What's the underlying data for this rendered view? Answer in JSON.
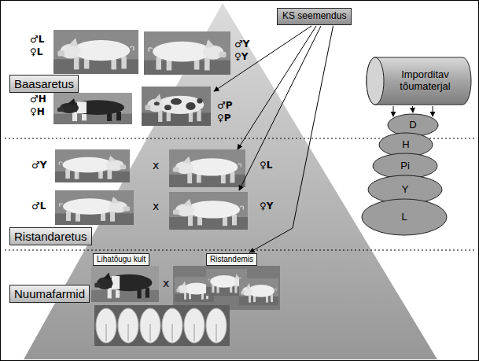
{
  "diagram": {
    "nodes": [
      {
        "text": [
          "KS seemendus"
        ]
      },
      {
        "text": [
          "Imporditav tõumaterjal"
        ]
      },
      {
        "text": [
          "Baasaretus"
        ]
      },
      {
        "text": [
          "D"
        ]
      },
      {
        "text": [
          "H"
        ]
      },
      {
        "text": [
          "Pi"
        ]
      },
      {
        "text": [
          "Y"
        ]
      },
      {
        "text": [
          "L"
        ]
      },
      {
        "text": [
          "Ristandaretus"
        ]
      },
      {
        "text": [
          "Lihatõugu kult"
        ]
      },
      {
        "text": [
          "Ristandemis"
        ]
      },
      {
        "text": [
          "Nuumafarmid"
        ]
      }
    ],
    "edges": [
      {
        "from": 0,
        "to": 10,
        "arrow": "to"
      },
      {
        "from": 1,
        "to": 3,
        "arrow": "to"
      },
      {
        "from": 1,
        "to": 3,
        "arrow": "to"
      },
      {
        "from": 1,
        "to": 3,
        "arrow": "to"
      }
    ],
    "labels": [
      "♂L",
      "♀L",
      "♂Y",
      "♀Y",
      "♂H",
      "♀H",
      "♂P",
      "♀P",
      "♂Y",
      "x",
      "♀L",
      "♂L",
      "x",
      "♀Y",
      "x"
    ]
  }
}
